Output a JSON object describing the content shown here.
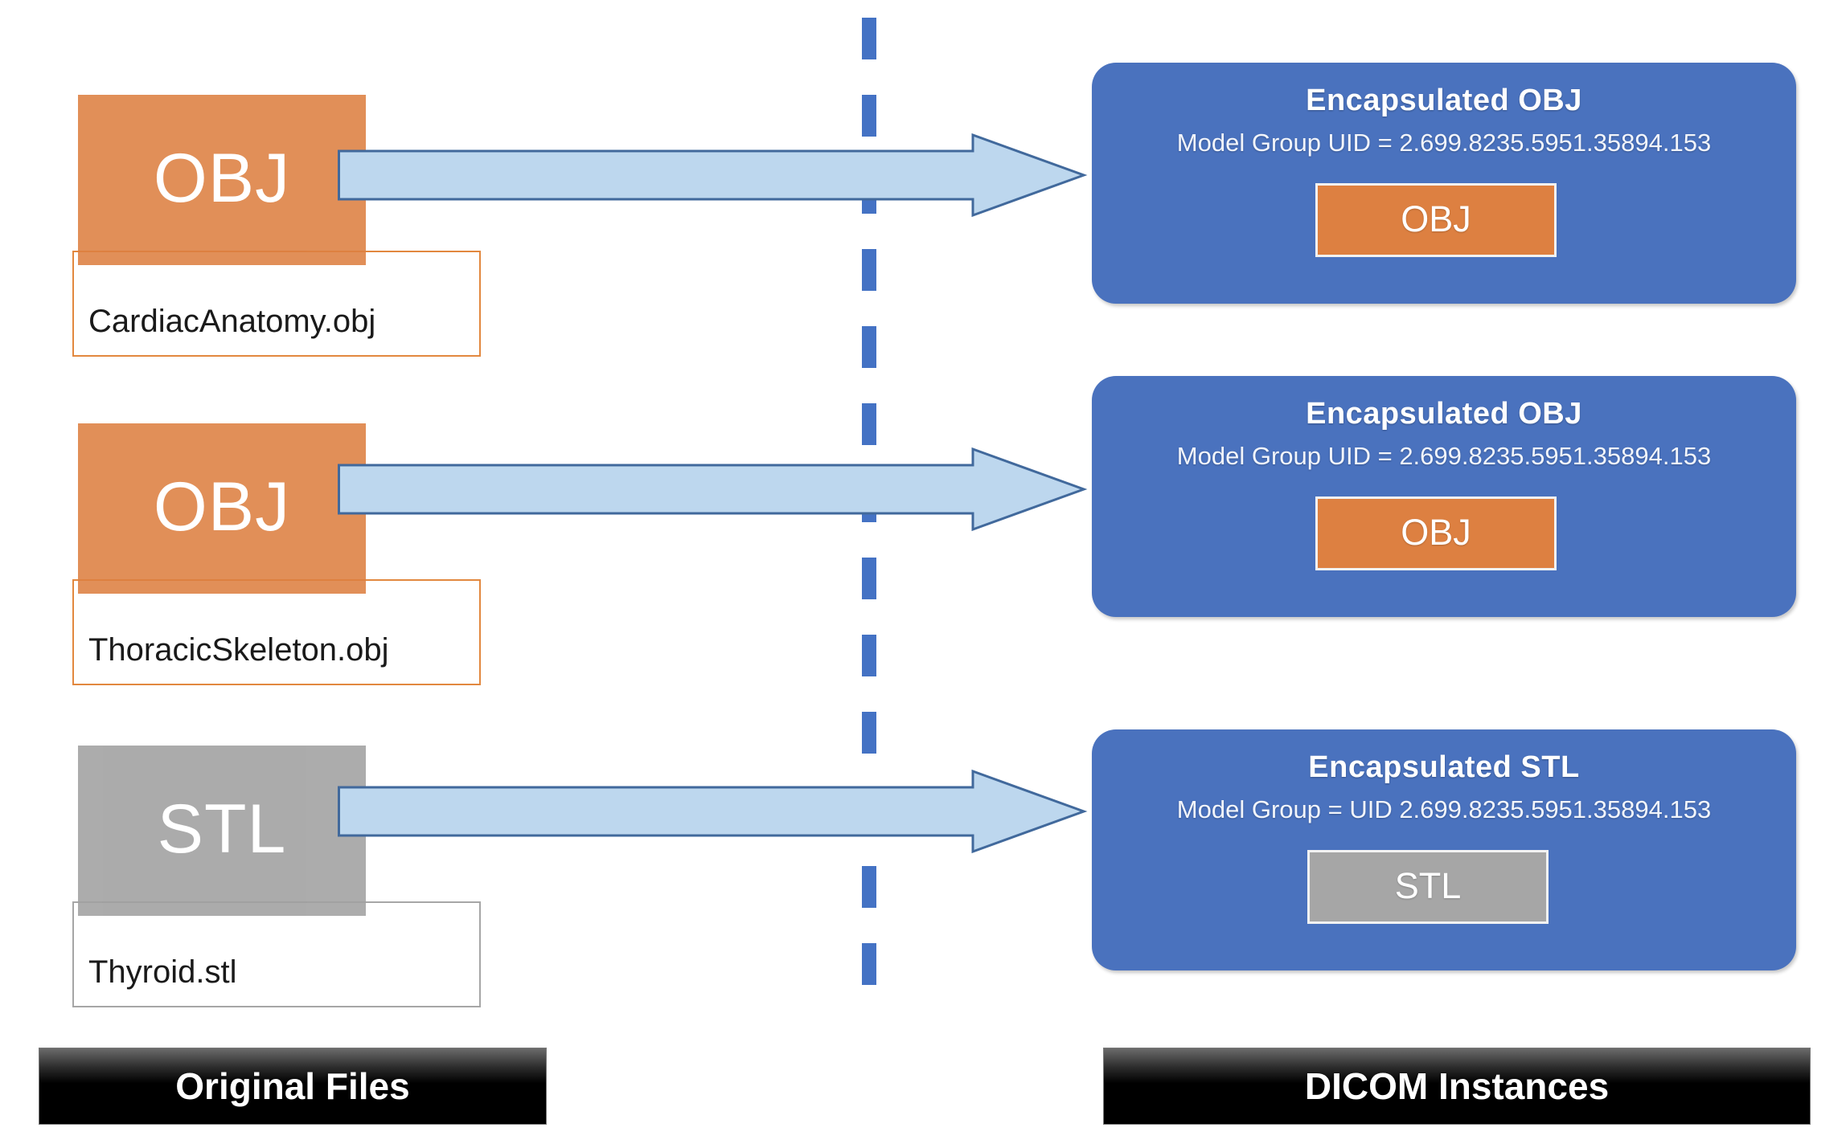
{
  "diagram": {
    "title": "DICOM encapsulation of OBJ and STL model files",
    "colors": {
      "obj_tile": "#DD8041",
      "stl_tile": "#A0A0A0",
      "dicom_card": "#4A72BE",
      "arrow_fill": "#BDD7EE",
      "arrow_stroke": "#41699C",
      "divider": "#4472C4",
      "legend_bar": "#000000"
    }
  },
  "rows": [
    {
      "source": {
        "tile_label": "OBJ",
        "tile_kind": "obj",
        "file_name": "CardiacAnatomy.obj"
      },
      "arrow": {
        "name": "conversion-arrow"
      },
      "target": {
        "title": "Encapsulated  OBJ",
        "uid_line": "Model Group UID = 2.699.8235.5951.35894.153",
        "chip_label": "OBJ",
        "chip_kind": "obj"
      }
    },
    {
      "source": {
        "tile_label": "OBJ",
        "tile_kind": "obj",
        "file_name": "ThoracicSkeleton.obj"
      },
      "arrow": {
        "name": "conversion-arrow"
      },
      "target": {
        "title": "Encapsulated  OBJ",
        "uid_line": "Model Group UID = 2.699.8235.5951.35894.153",
        "chip_label": "OBJ",
        "chip_kind": "obj"
      }
    },
    {
      "source": {
        "tile_label": "STL",
        "tile_kind": "stl",
        "file_name": "Thyroid.stl"
      },
      "arrow": {
        "name": "conversion-arrow"
      },
      "target": {
        "title": "Encapsulated  STL",
        "uid_line": "Model Group = UID 2.699.8235.5951.35894.153",
        "chip_label": "STL",
        "chip_kind": "stl"
      }
    }
  ],
  "legend": {
    "left": "Original Files",
    "right": "DICOM Instances"
  }
}
